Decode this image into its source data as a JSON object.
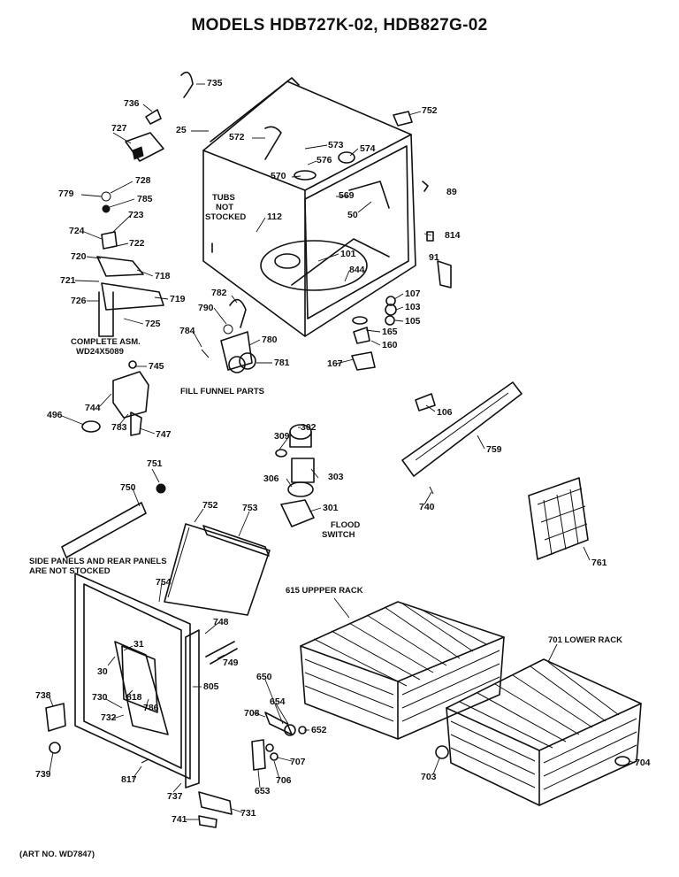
{
  "title": "MODELS HDB727K-02, HDB827G-02",
  "art_no": "(ART NO. WD7847)",
  "notes": {
    "tubs_not_stocked": [
      "TUBS",
      "NOT",
      "STOCKED"
    ],
    "complete_asm": [
      "COMPLETE ASM.",
      "WD24X5089"
    ],
    "fill_funnel": "FILL FUNNEL PARTS",
    "flood_switch": [
      "FLOOD",
      "SWITCH"
    ],
    "side_panels": [
      "SIDE PANELS AND REAR PANELS",
      "ARE NOT STOCKED"
    ],
    "upper_rack": "615 UPPPER RACK",
    "lower_rack": "701  LOWER RACK"
  },
  "part_numbers": [
    "735",
    "736",
    "25",
    "752",
    "727",
    "572",
    "573",
    "574",
    "576",
    "570",
    "89",
    "728",
    "779",
    "785",
    "723",
    "569",
    "50",
    "112",
    "724",
    "722",
    "814",
    "720",
    "718",
    "91",
    "721",
    "101",
    "844",
    "726",
    "719",
    "725",
    "782",
    "107",
    "790",
    "103",
    "105",
    "784",
    "780",
    "165",
    "160",
    "781",
    "167",
    "745",
    "744",
    "783",
    "747",
    "496",
    "106",
    "309",
    "302",
    "303",
    "306",
    "301",
    "759",
    "751",
    "750",
    "740",
    "752",
    "753",
    "761",
    "754",
    "748",
    "749",
    "31",
    "30",
    "818",
    "786",
    "730",
    "805",
    "738",
    "732",
    "650",
    "708",
    "654",
    "652",
    "707",
    "706",
    "653",
    "817",
    "737",
    "739",
    "731",
    "741",
    "703",
    "704"
  ]
}
